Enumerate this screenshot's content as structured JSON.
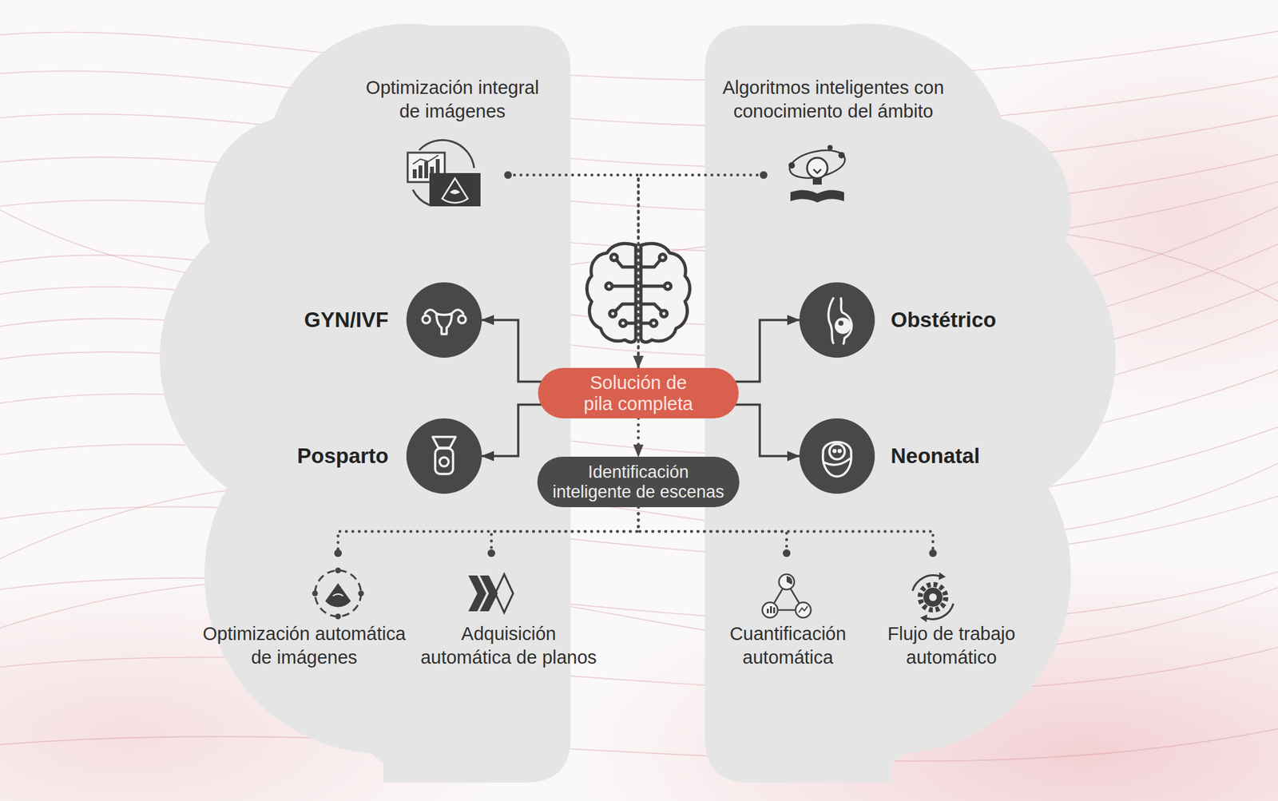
{
  "diagram": {
    "nodes": [
      {
        "text": [
          "Optimización integral de imágenes"
        ]
      },
      {
        "text": [
          "Algoritmos inteligentes con conocimiento del ámbito"
        ]
      },
      {
        "text": [
          "GYN/IVF"
        ]
      },
      {
        "text": [
          "Obstétrico"
        ]
      },
      {
        "text": [
          "Solución de pila completa"
        ]
      },
      {
        "text": [
          "Posparto"
        ]
      },
      {
        "text": [
          "Neonatal"
        ]
      },
      {
        "text": [
          "Identificación inteligente de escenas"
        ]
      },
      {
        "text": [
          "Optimización automática de imágenes"
        ]
      },
      {
        "text": [
          "Adquisición automática de planos"
        ]
      },
      {
        "text": [
          "Cuantificación automática"
        ]
      },
      {
        "text": [
          "Flujo de trabajo automático"
        ]
      }
    ],
    "edges": [
      {
        "from": 0,
        "to": 4,
        "arrow": "to"
      },
      {
        "from": 1,
        "to": 4,
        "arrow": "to"
      },
      {
        "from": 4,
        "to": 2,
        "arrow": "to"
      },
      {
        "from": 4,
        "to": 3,
        "arrow": "to"
      },
      {
        "from": 4,
        "to": 5,
        "arrow": "to"
      },
      {
        "from": 4,
        "to": 6,
        "arrow": "to"
      },
      {
        "from": 4,
        "to": 7,
        "arrow": "to"
      },
      {
        "from": 7,
        "to": 8,
        "arrow": "none"
      },
      {
        "from": 7,
        "to": 9,
        "arrow": "none"
      },
      {
        "from": 7,
        "to": 10,
        "arrow": "none"
      },
      {
        "from": 7,
        "to": 11,
        "arrow": "none"
      }
    ]
  }
}
